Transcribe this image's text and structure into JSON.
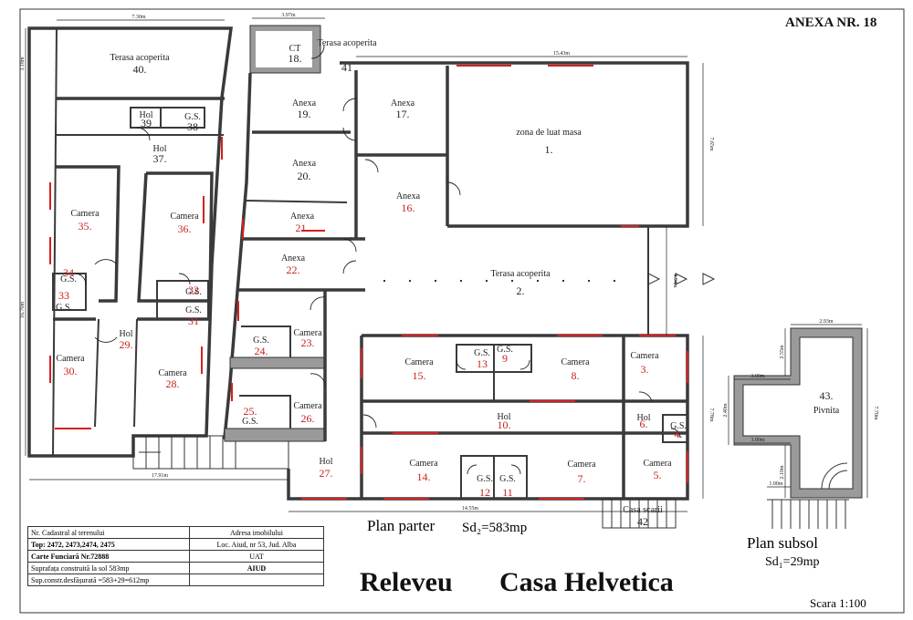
{
  "header": {
    "annex": "ANEXA NR. 18"
  },
  "title": {
    "left": "Releveu",
    "right": "Casa Helvetica"
  },
  "plan_parter": {
    "label": "Plan parter",
    "area": "Sd₂=583mp"
  },
  "plan_subsol": {
    "label": "Plan subsol",
    "area": "Sd₁=29mp"
  },
  "scale": "Scara 1:100",
  "info_table": {
    "rows": [
      {
        "left": "Nr. Cadastral al terenului",
        "right": "Adresa imobilului"
      },
      {
        "left": "Top: 2472, 2473,2474, 2475",
        "right": "Loc. Aiud, nr 53, Jud. Alba"
      },
      {
        "left": "Carte Funciară Nr.72888",
        "right": "UAT"
      },
      {
        "left": "Suprafața construită la sol 583mp",
        "right": "AIUD"
      },
      {
        "left": "Sup.constr.desfășurată =583+29=612mp",
        "right": ""
      }
    ]
  },
  "dimensions": [
    "7.30m",
    "3.97m",
    "15.43m",
    "3.18m",
    "16.76m",
    "17.91m",
    "14.55m",
    "7.65m",
    "4.94m",
    "7.78m",
    "2.93m",
    "3.00m",
    "2.40m",
    "3.00m",
    "2.55m",
    "7.70m",
    "1.00m",
    "2.10m"
  ],
  "rooms": [
    {
      "name": "Terasa acoperita",
      "num": "40.",
      "red": false
    },
    {
      "name": "CT",
      "num": "18.",
      "red": false
    },
    {
      "name": "Terasa acoperita",
      "num": "41",
      "red": false
    },
    {
      "name": "Hol",
      "num": "39",
      "red": false
    },
    {
      "name": "G.S.",
      "num": "38",
      "red": false
    },
    {
      "name": "Hol",
      "num": "37.",
      "red": false
    },
    {
      "name": "Anexa",
      "num": "19.",
      "red": false
    },
    {
      "name": "Anexa",
      "num": "17.",
      "red": false
    },
    {
      "name": "zona de luat masa",
      "num": "1.",
      "red": false
    },
    {
      "name": "Anexa",
      "num": "20.",
      "red": false
    },
    {
      "name": "Anexa",
      "num": "16.",
      "red": true
    },
    {
      "name": "Anexa",
      "num": "21.",
      "red": true
    },
    {
      "name": "Camera",
      "num": "35.",
      "red": true
    },
    {
      "name": "Camera",
      "num": "36.",
      "red": true
    },
    {
      "name": "Anexa",
      "num": "22.",
      "red": true
    },
    {
      "name": "Terasa acoperita",
      "num": "2.",
      "red": false
    },
    {
      "name": "G.S.",
      "num": "34",
      "red": true
    },
    {
      "name": "G.S.",
      "num": "33",
      "red": true
    },
    {
      "name": "G.S.",
      "num": "32",
      "red": true
    },
    {
      "name": "G.S.",
      "num": "31",
      "red": true
    },
    {
      "name": "Hol",
      "num": "29.",
      "red": true
    },
    {
      "name": "Camera",
      "num": "23.",
      "red": true
    },
    {
      "name": "G.S.",
      "num": "24.",
      "red": true
    },
    {
      "name": "Camera",
      "num": "30.",
      "red": true
    },
    {
      "name": "Camera",
      "num": "28.",
      "red": true
    },
    {
      "name": "Camera",
      "num": "15.",
      "red": true
    },
    {
      "name": "G.S.",
      "num": "13",
      "red": true
    },
    {
      "name": "G.S.",
      "num": "9",
      "red": true
    },
    {
      "name": "Camera",
      "num": "8.",
      "red": true
    },
    {
      "name": "Camera",
      "num": "3.",
      "red": true
    },
    {
      "name": "Camera",
      "num": "26.",
      "red": true
    },
    {
      "name": "G.S.",
      "num": "25.",
      "red": true
    },
    {
      "name": "Hol",
      "num": "10.",
      "red": true
    },
    {
      "name": "Hol",
      "num": "6.",
      "red": true
    },
    {
      "name": "G.S.",
      "num": "4.",
      "red": true
    },
    {
      "name": "Hol",
      "num": "27.",
      "red": true
    },
    {
      "name": "Camera",
      "num": "14.",
      "red": true
    },
    {
      "name": "G.S.",
      "num": "12",
      "red": true
    },
    {
      "name": "G.S.",
      "num": "11",
      "red": true
    },
    {
      "name": "Camera",
      "num": "7.",
      "red": true
    },
    {
      "name": "Camera",
      "num": "5.",
      "red": true
    },
    {
      "name": "Casa scarii",
      "num": "42",
      "red": false
    },
    {
      "name": "Pivnita",
      "num": "43.",
      "red": false
    }
  ]
}
